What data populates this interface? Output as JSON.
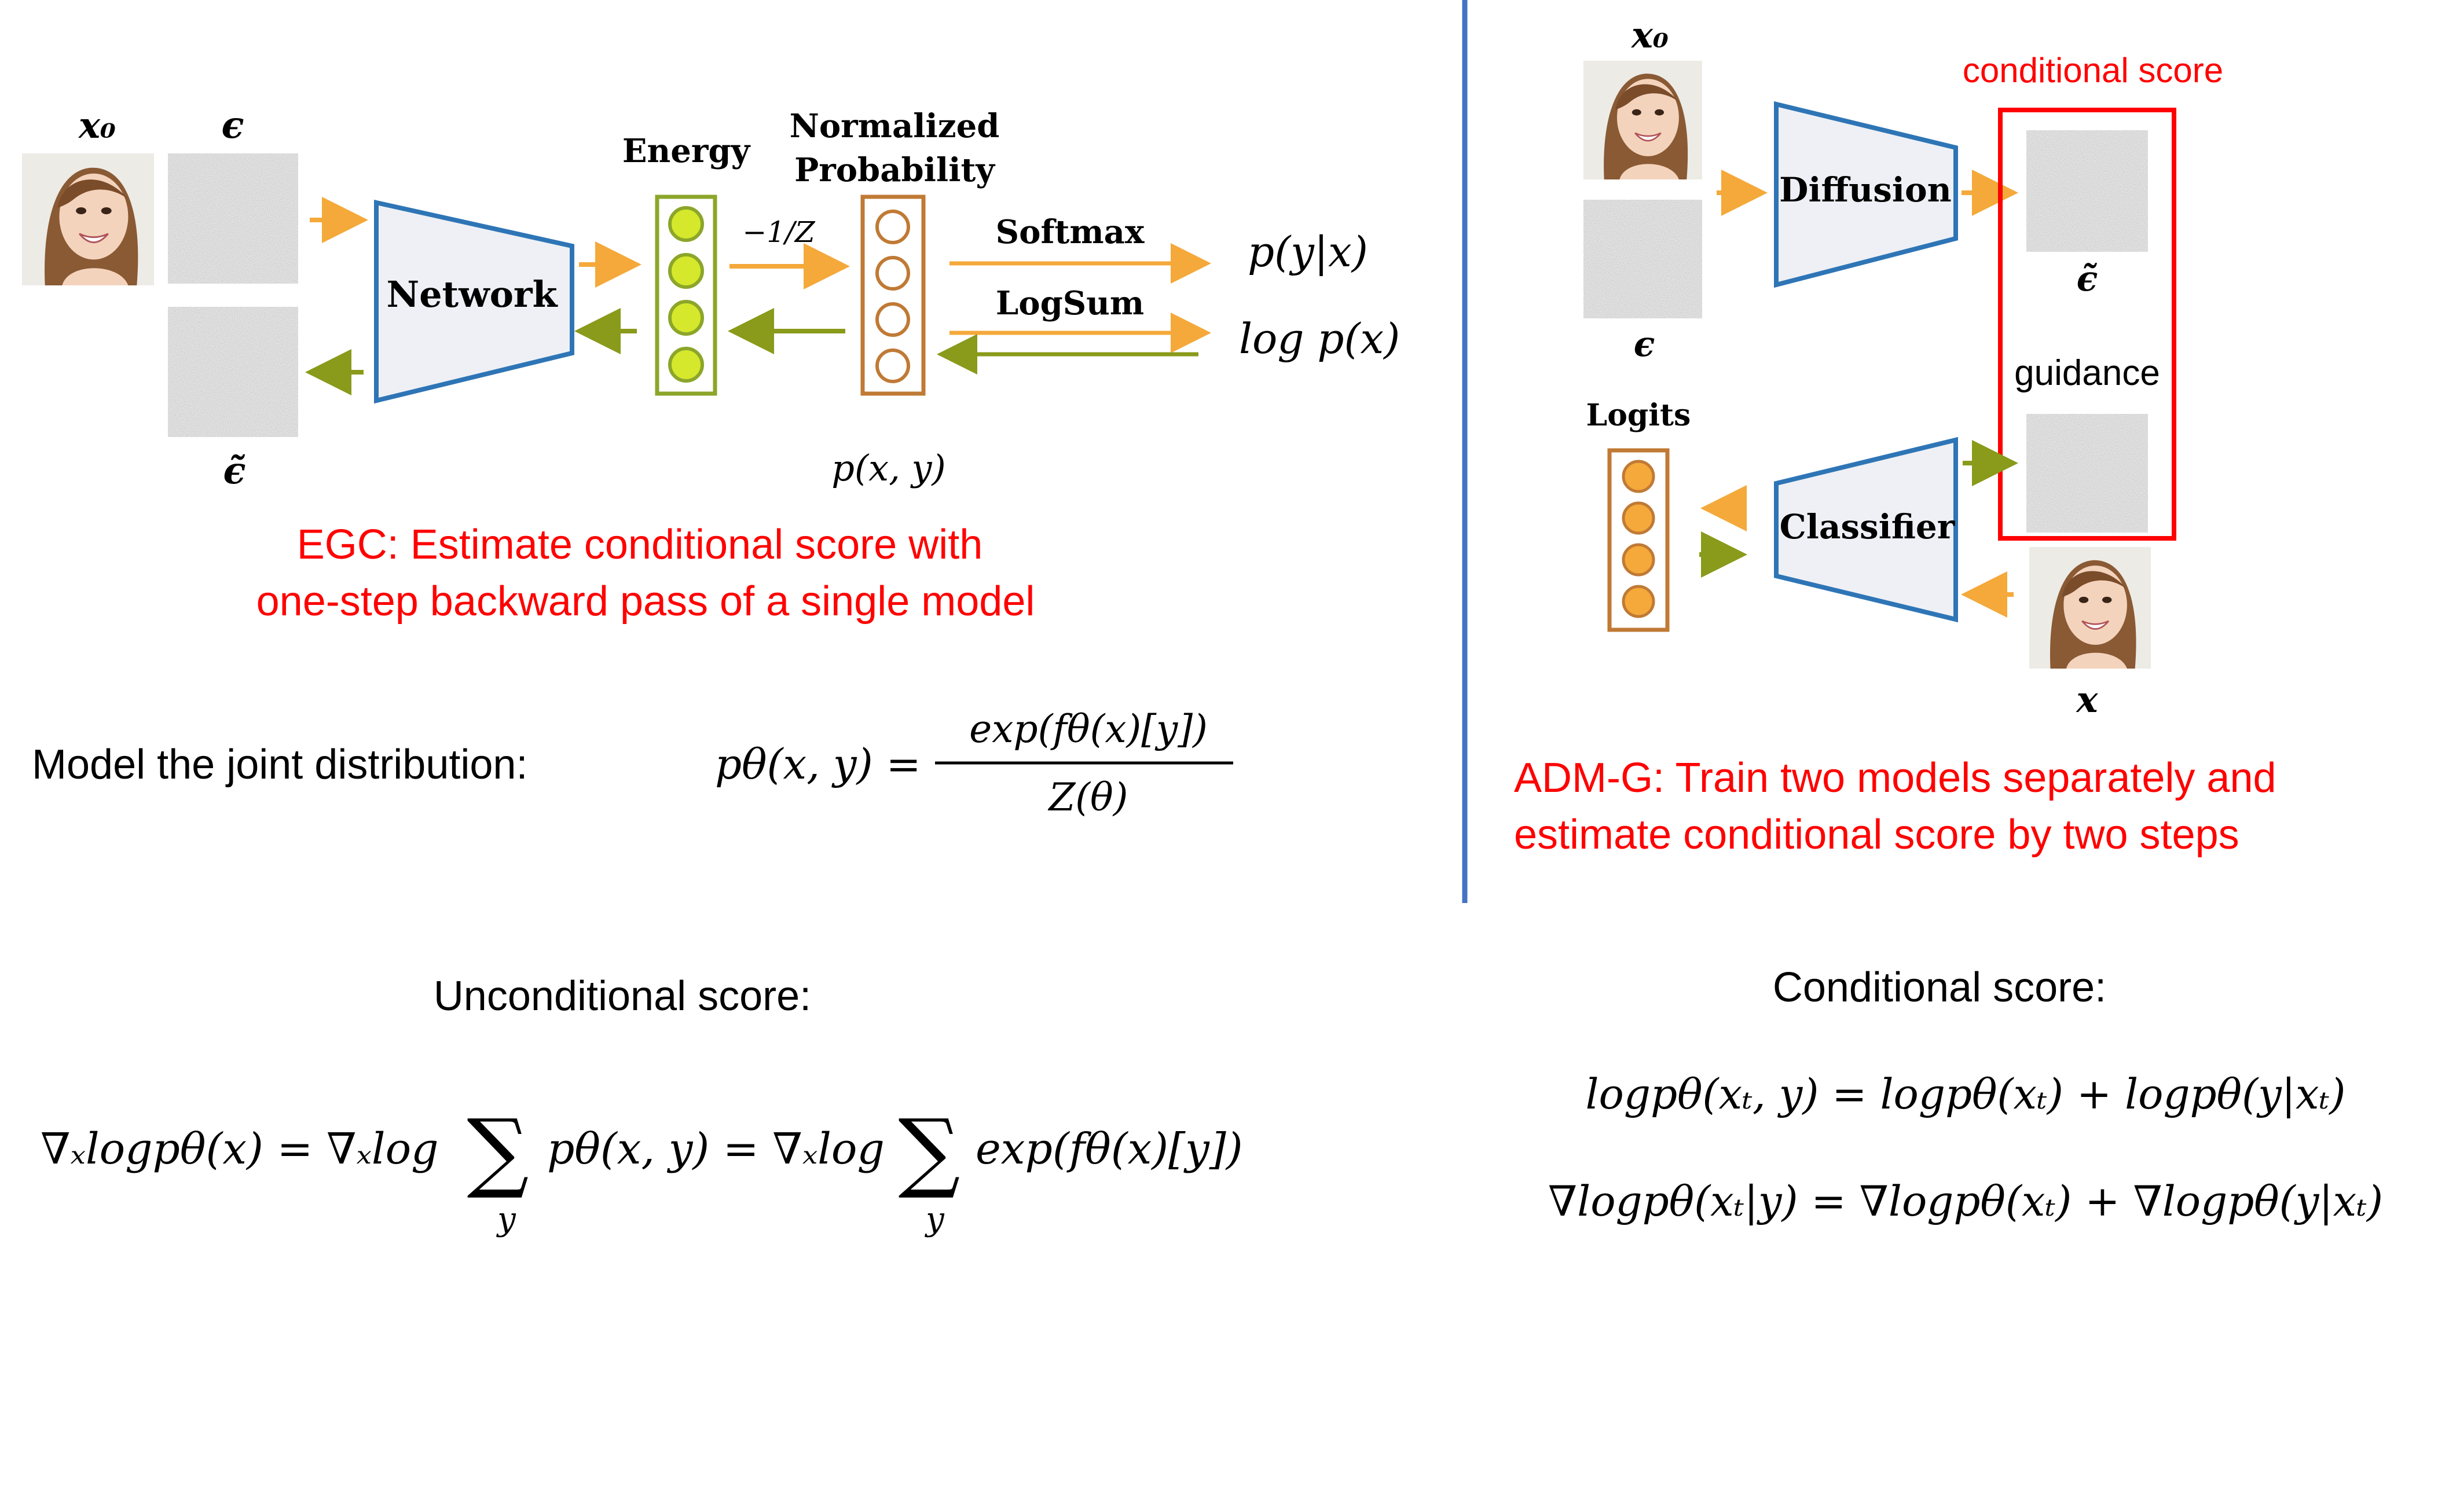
{
  "colors": {
    "red": "#ff0000",
    "blue_divider": "#4472c4",
    "network_stroke": "#2e75b6",
    "network_fill": "#eef0f5",
    "energy_stroke": "#8ca62a",
    "energy_fill": "#d6e82c",
    "prob_stroke": "#c07a35",
    "logit_fill": "#f4a93a",
    "orange_arrow": "#f4a93a",
    "olive_arrow": "#8a9a1a",
    "noise": "#7a7a7a"
  },
  "icons": {
    "face": "portrait-photo-icon",
    "noise": "gaussian-noise-icon"
  },
  "left": {
    "x0_label": "x₀",
    "eps_label": "ϵ",
    "eps_tilde_label": "ϵ̃",
    "network_label": "Network",
    "energy_label": "Energy",
    "normalized_label_1": "Normalized",
    "normalized_label_2": "Probability",
    "scale_label": "−1/Z",
    "softmax_label": "Softmax",
    "logsum_label": "LogSum",
    "p_y_given_x": "p(y|x)",
    "log_p_x": "log p(x)",
    "p_xy": "p(x, y)",
    "caption_line1": "EGC: Estimate conditional score with",
    "caption_line2": "one-step backward pass of a single model",
    "joint_prefix": "Model the joint distribution:",
    "joint_lhs": "pθ(x, y) =",
    "joint_num": "exp(fθ(x)[y])",
    "joint_den": "Z(θ)",
    "uncond_title": "Unconditional score:",
    "uncond_eq_1": "∇ₓlogpθ(x) = ∇ₓlog",
    "uncond_eq_2": "pθ(x, y) = ∇ₓlog",
    "uncond_eq_3": "exp(fθ(x)[y])",
    "sum_symbol": "∑",
    "sum_index": "y"
  },
  "right": {
    "x0_label": "x₀",
    "eps_label": "ϵ",
    "diffusion_label": "Diffusion",
    "cond_score_label": "conditional score",
    "eps_tilde_label": "ϵ̃",
    "guidance_label": "guidance",
    "logits_label": "Logits",
    "classifier_label": "Classifier",
    "x_label": "x",
    "caption_line1": "ADM-G: Train two models separately and",
    "caption_line2": "estimate conditional score by two steps",
    "cond_title": "Conditional score:",
    "cond_eq_1": "logpθ(xₜ, y) = logpθ(xₜ) + logpθ(y|xₜ)",
    "cond_eq_2": "∇logpθ(xₜ|y) = ∇logpθ(xₜ) + ∇logpθ(y|xₜ)"
  }
}
